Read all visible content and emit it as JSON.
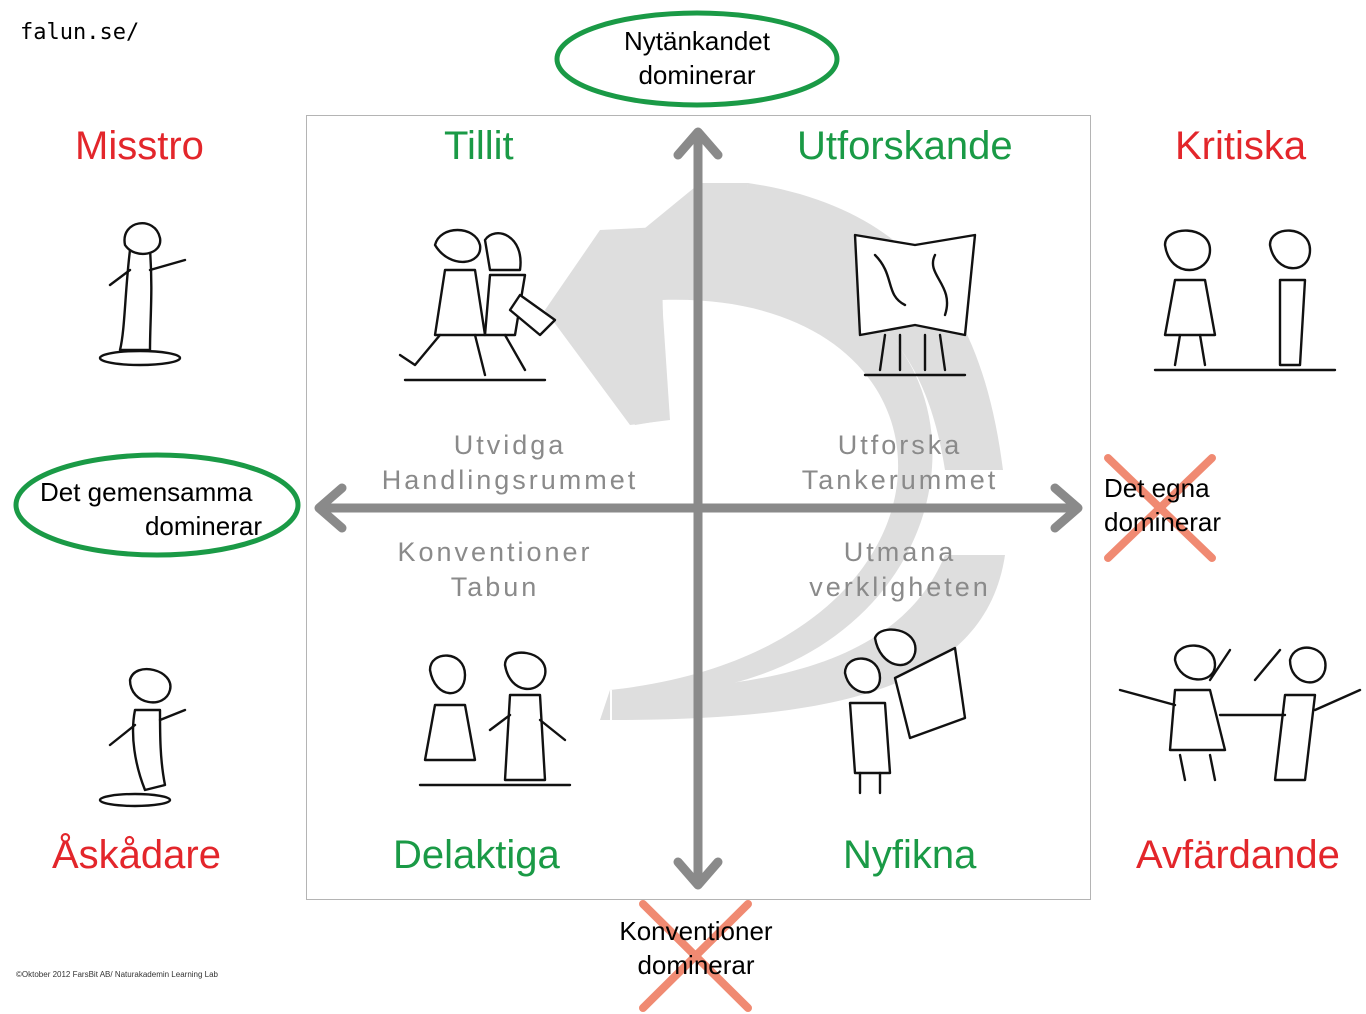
{
  "source_url": "falun.se/",
  "copyright": "©Oktober 2012 FarsBit AB/ Naturakademin Learning Lab",
  "colors": {
    "negative": "#e3262b",
    "positive": "#1a9a46",
    "neutral_text": "#8a8a8a",
    "axis": "#8a8a8a",
    "arc": "#dedede",
    "cross": "#f08a72"
  },
  "axis_labels": {
    "top": {
      "line1": "Nytänkandet",
      "line2": "dominerar",
      "marker": "circled"
    },
    "left": {
      "line1": "Det gemensamma",
      "line2": "dominerar",
      "marker": "circled"
    },
    "right": {
      "line1": "Det egna",
      "line2": "dominerar",
      "marker": "crossed-out"
    },
    "bottom": {
      "line1": "Konventioner",
      "line2": "dominerar",
      "marker": "crossed-out"
    }
  },
  "quadrants": {
    "top_left": {
      "title": "Tillit",
      "inner_line1": "Utvidga",
      "inner_line2": "Handlingsrummet"
    },
    "top_right": {
      "title": "Utforskande",
      "inner_line1": "Utforska",
      "inner_line2": "Tankerummet"
    },
    "bottom_left": {
      "title": "Delaktiga",
      "inner_line1": "Konventioner",
      "inner_line2": "Tabun"
    },
    "bottom_right": {
      "title": "Nyfikna",
      "inner_line1": "Utmana",
      "inner_line2": "verkligheten"
    }
  },
  "outer": {
    "top_left": "Misstro",
    "top_right": "Kritiska",
    "bottom_left": "Åskådare",
    "bottom_right": "Avfärdande"
  },
  "icons": [
    "circle-marker-icon",
    "cross-marker-icon",
    "curved-arrow-icon",
    "cartoon-figure-icon"
  ]
}
